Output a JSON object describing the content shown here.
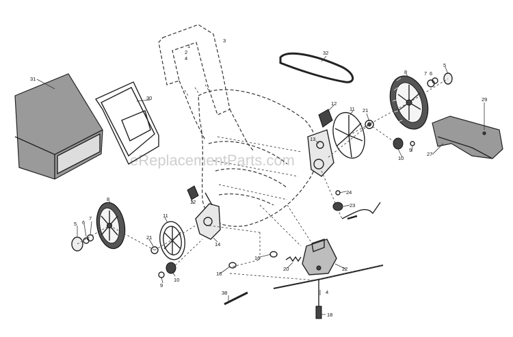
{
  "watermark": "eReplacementParts.com",
  "labels": {
    "l1": "1",
    "l2": "2",
    "l3": "3",
    "l4a": "4",
    "l4b": "4",
    "l5a": "5",
    "l5b": "5",
    "l6a": "6",
    "l6b": "6",
    "l7a": "7",
    "l7b": "7",
    "l8a": "8",
    "l8b": "8",
    "l9a": "9",
    "l9b": "9",
    "l10a": "10",
    "l10b": "10",
    "l11a": "11",
    "l11b": "11",
    "l12a": "12",
    "l12b": "12",
    "l13": "13",
    "l14": "14",
    "l16a": "16",
    "l16b": "16",
    "l18": "18",
    "l20": "20",
    "l21a": "21",
    "l21b": "21",
    "l22": "22",
    "l23": "23",
    "l24": "24",
    "l27": "27",
    "l29": "29",
    "l30": "30",
    "l31": "31",
    "l32": "32",
    "l38": "38"
  }
}
